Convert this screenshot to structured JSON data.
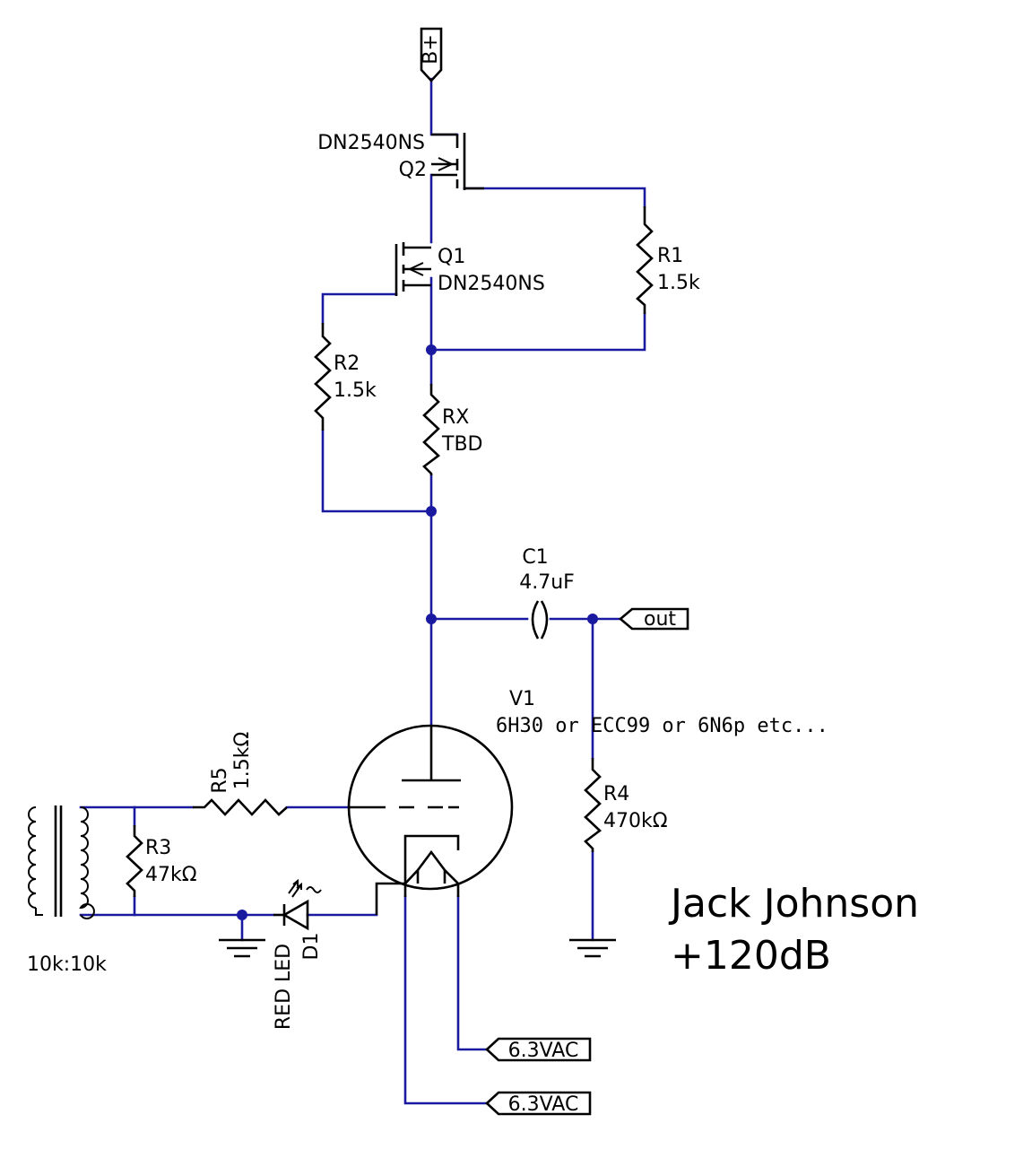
{
  "title": {
    "line1": "Jack Johnson",
    "line2": "+120dB"
  },
  "ports": {
    "bplus": "B+",
    "out": "out",
    "heater1": "6.3VAC",
    "heater2": "6.3VAC"
  },
  "components": {
    "q2": {
      "ref": "Q2",
      "value": "DN2540NS"
    },
    "q1": {
      "ref": "Q1",
      "value": "DN2540NS"
    },
    "r1": {
      "ref": "R1",
      "value": "1.5k"
    },
    "r2": {
      "ref": "R2",
      "value": "1.5k"
    },
    "rx": {
      "ref": "RX",
      "value": "TBD"
    },
    "c1": {
      "ref": "C1",
      "value": "4.7uF"
    },
    "v1": {
      "ref": "V1",
      "value": "6H30 or ECC99 or 6N6p etc..."
    },
    "r4": {
      "ref": "R4",
      "value": "470kΩ"
    },
    "r5": {
      "ref": "R5",
      "value": "1.5kΩ"
    },
    "r3": {
      "ref": "R3",
      "value": "47kΩ"
    },
    "d1": {
      "ref": "D1",
      "value": "RED LED"
    },
    "t1": {
      "value": "10k:10k"
    }
  },
  "colors": {
    "wire": "#1a1aa0",
    "symbol": "#000000",
    "background": "#ffffff"
  }
}
